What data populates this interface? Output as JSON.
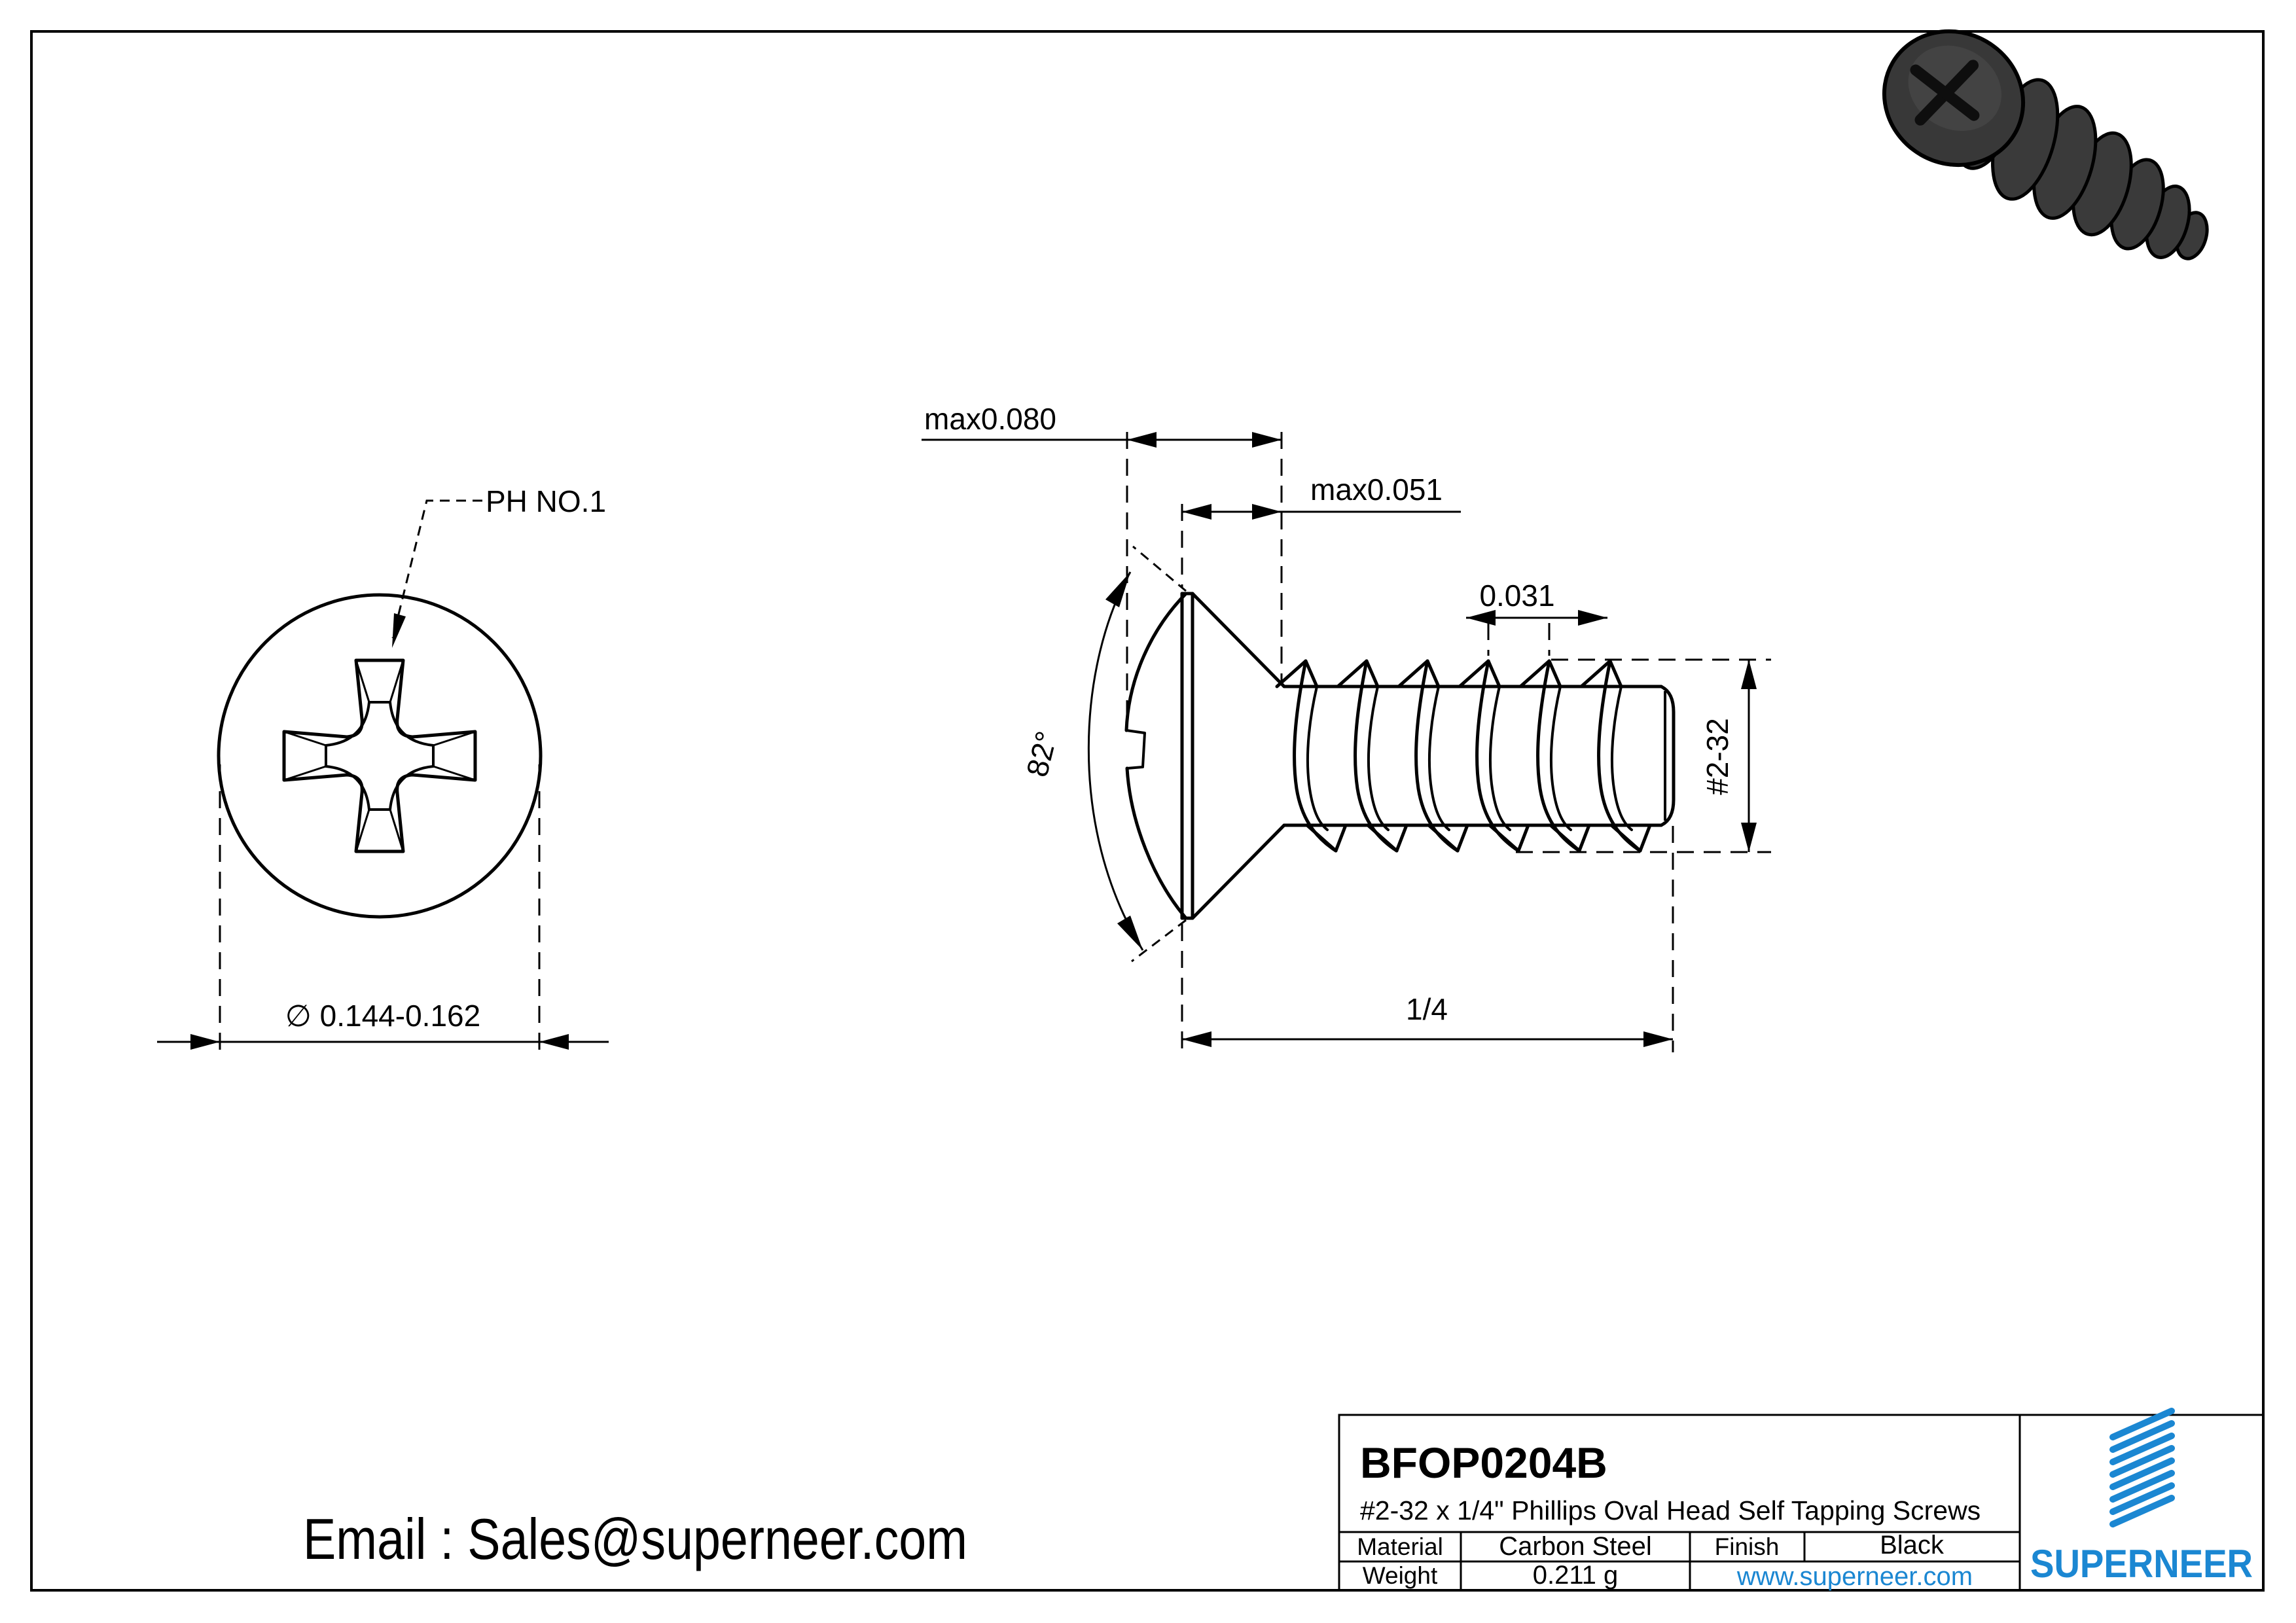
{
  "drawing": {
    "part_number": "BFOP0204B",
    "description": "#2-32 x 1/4\" Phillips Oval Head Self Tapping Screws",
    "email": "Email : Sales@superneer.com",
    "brand": "SUPERNEER",
    "website": "www.superneer.com",
    "title_block": {
      "material_label": "Material",
      "material_value": "Carbon Steel",
      "finish_label": "Finish",
      "finish_value": "Black",
      "weight_label": "Weight",
      "weight_value": "0.211 g"
    },
    "dimensions": {
      "head_height": "max0.080",
      "head_crown_height": "max0.051",
      "thread_pitch": "0.031",
      "head_angle": "82°",
      "thread_size": "#2-32",
      "screw_length": "1/4",
      "head_diameter": "∅ 0.144-0.162",
      "drive_size": "PH NO.1"
    },
    "colors": {
      "accent_blue": "#1b87d2",
      "line_black": "#000000",
      "screw_body": "#3a3a3a"
    }
  }
}
